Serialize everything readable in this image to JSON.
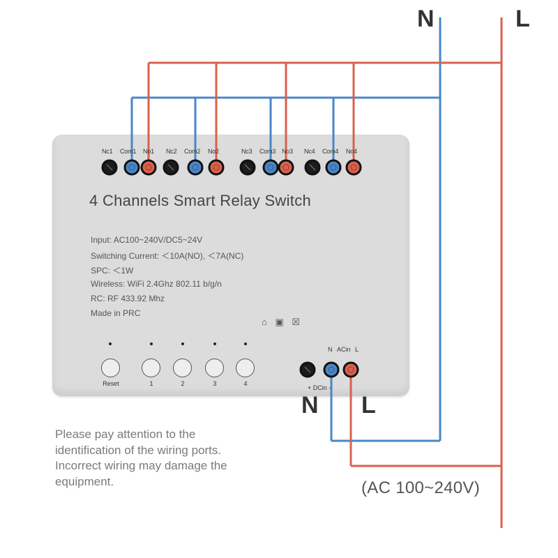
{
  "line_labels": {
    "neutral": "N",
    "live": "L"
  },
  "device": {
    "title": "4 Channels Smart Relay Switch",
    "terminals": [
      "Nc1",
      "Com1",
      "No1",
      "Nc2",
      "Com2",
      "No2",
      "Nc3",
      "Com3",
      "No3",
      "Nc4",
      "Com4",
      "No4"
    ],
    "specs": [
      "Input: AC100~240V/DC5~24V",
      "Switching Current: ＜10A(NO), ＜7A(NC)",
      "SPC: ＜1W",
      "Wireless: WiFi 2.4Ghz 802.11 b/g/n",
      "RC: RF 433.92 Mhz",
      "Made in PRC"
    ],
    "buttons": [
      "Reset",
      "1",
      "2",
      "3",
      "4"
    ],
    "power_terminals": {
      "n": "N",
      "ac": "ACin",
      "l": "L",
      "dc": "+ DCin -"
    },
    "cert_icons": "⌂ ▣ ☒"
  },
  "supply_labels": {
    "neutral": "N",
    "live": "L"
  },
  "note": "Please pay attention to the identification of the wiring ports. Incorrect wiring may damage the equipment.",
  "ac_label": "(AC 100~240V)",
  "colors": {
    "neutral_wire": "#4a86c8",
    "live_wire": "#d9614c",
    "device": "#dcdcdc"
  }
}
